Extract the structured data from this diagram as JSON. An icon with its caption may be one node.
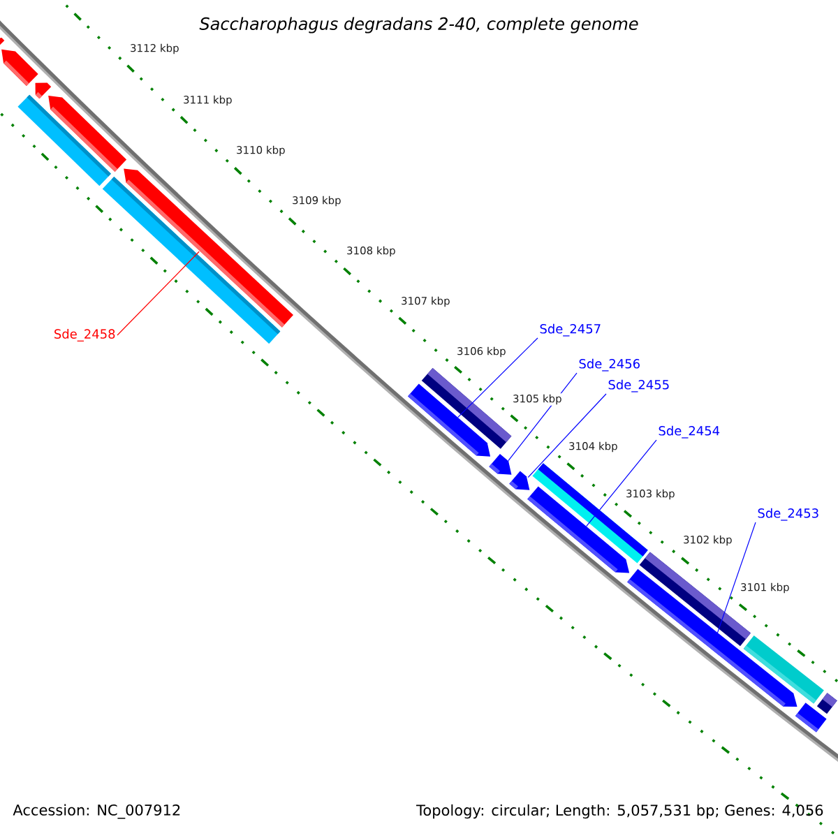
{
  "diagram": {
    "title": "Saccharophagus degradans 2-40, complete genome",
    "nodes": [
      {
        "text": [
          "Sde_2458"
        ]
      },
      {
        "text": [],
        "shape": "arrow"
      },
      {
        "text": [
          "Sde_2457"
        ]
      },
      {
        "text": [],
        "shape": "arrow"
      },
      {
        "text": [
          "Sde_2456"
        ]
      },
      {
        "text": [],
        "shape": "arrow"
      },
      {
        "text": [
          "Sde_2455"
        ]
      },
      {
        "text": [],
        "shape": "arrow"
      },
      {
        "text": [
          "Sde_2454"
        ]
      },
      {
        "text": [],
        "shape": "arrow"
      },
      {
        "text": [
          "Sde_2453"
        ]
      },
      {
        "text": [],
        "shape": "arrow"
      },
      {
        "text": [],
        "shape": "arrow"
      },
      {
        "text": [],
        "shape": "arrow"
      },
      {
        "text": [],
        "shape": "arrow"
      },
      {
        "text": [],
        "shape": "arrow"
      },
      {
        "text": [],
        "shape": "box"
      },
      {
        "text": [],
        "shape": "box"
      },
      {
        "text": [],
        "shape": "box"
      },
      {
        "text": [],
        "shape": "box"
      },
      {
        "text": [],
        "shape": "box"
      },
      {
        "text": [],
        "shape": "box"
      },
      {
        "text": [],
        "shape": "box"
      },
      {
        "text": [],
        "shape": "box"
      }
    ],
    "edges": [
      {
        "from": 0,
        "to": 1,
        "arrow": "none",
        "color": "#ff0000"
      },
      {
        "from": 2,
        "to": 3,
        "arrow": "none"
      },
      {
        "from": 4,
        "to": 5,
        "arrow": "none"
      },
      {
        "from": 6,
        "to": 7,
        "arrow": "none"
      },
      {
        "from": 8,
        "to": 9,
        "arrow": "none"
      },
      {
        "from": 10,
        "to": 11,
        "arrow": "none"
      }
    ],
    "labels": [
      "3112 kbp",
      "3111 kbp",
      "3110 kbp",
      "3109 kbp",
      "3108 kbp",
      "3107 kbp",
      "3106 kbp",
      "3105 kbp",
      "3104 kbp",
      "3103 kbp",
      "3102 kbp",
      "3101 kbp",
      "Accession: NC_007912",
      "Topology: circular; Length: 5,057,531 bp; Genes: 4,056"
    ]
  }
}
